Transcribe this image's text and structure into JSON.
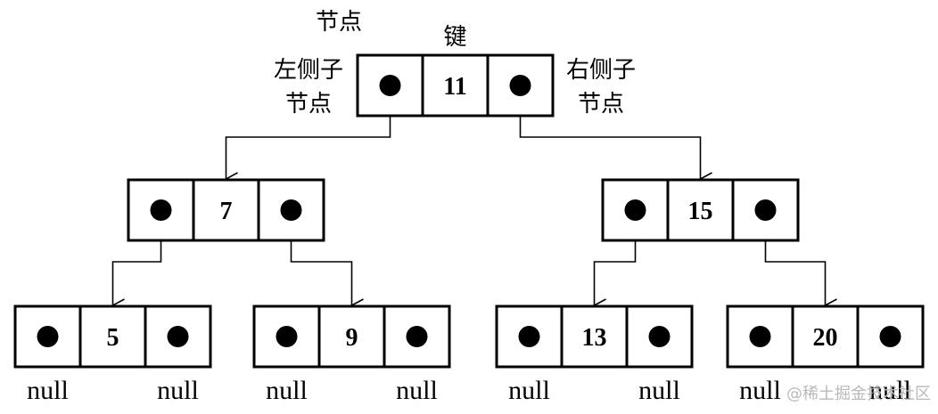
{
  "labels": {
    "node": "节点",
    "key": "键",
    "left_child": [
      "左侧子",
      "节点"
    ],
    "right_child": [
      "右侧子",
      "节点"
    ],
    "null": "null"
  },
  "tree": {
    "root": {
      "key": "11",
      "left": {
        "key": "7",
        "left": {
          "key": "5",
          "left": "null",
          "right": "null"
        },
        "right": {
          "key": "9",
          "left": "null",
          "right": "null"
        }
      },
      "right": {
        "key": "15",
        "left": {
          "key": "13",
          "left": "null",
          "right": "null"
        },
        "right": {
          "key": "20",
          "left": "null",
          "right": "null"
        }
      }
    }
  },
  "watermark": "@稀土掘金技术社区"
}
